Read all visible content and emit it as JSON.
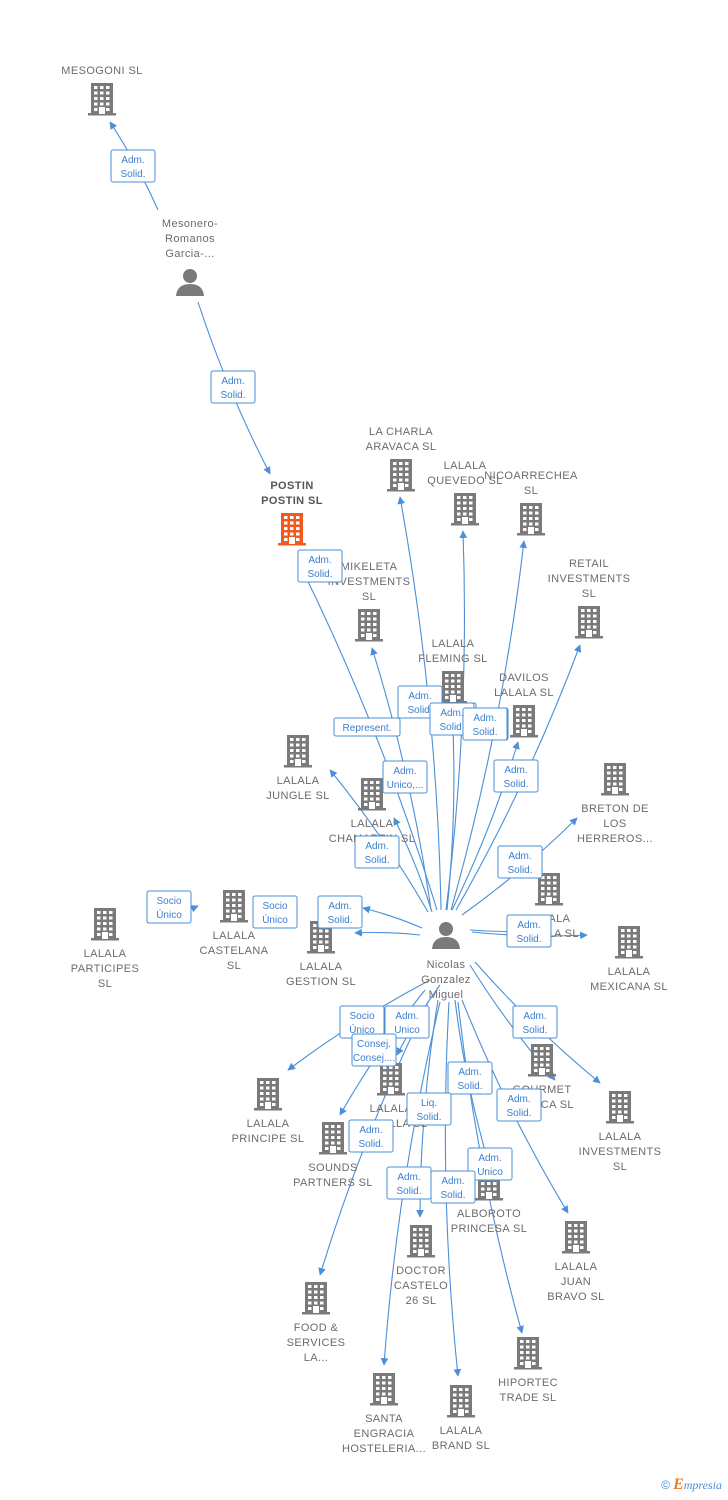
{
  "colors": {
    "edge": "#4a8fd8",
    "node": "#7a7a7a",
    "focus": "#f05a1e",
    "label": "#6b6b6b"
  },
  "footer": {
    "copyright": "©",
    "brand_initial": "E",
    "brand_rest": "mpresia"
  },
  "nodes": [
    {
      "id": "mesogoni",
      "type": "company",
      "label": [
        "MESOGONI  SL"
      ]
    },
    {
      "id": "mesonero",
      "type": "person",
      "label": [
        "Mesonero-",
        "Romanos",
        "Garcia-..."
      ]
    },
    {
      "id": "postin",
      "type": "company",
      "focus": true,
      "label": [
        "POSTIN",
        "POSTIN  SL"
      ]
    },
    {
      "id": "charla",
      "type": "company",
      "label": [
        "LA CHARLA",
        "ARAVACA  SL"
      ]
    },
    {
      "id": "quevedo",
      "type": "company",
      "label": [
        "LALALA",
        "QUEVEDO  SL"
      ]
    },
    {
      "id": "nicoarrechea",
      "type": "company",
      "label": [
        "NICOARRECHEA",
        "SL"
      ]
    },
    {
      "id": "retail",
      "type": "company",
      "label": [
        "RETAIL",
        "INVESTMENTS",
        "SL"
      ]
    },
    {
      "id": "mikeleta",
      "type": "company",
      "label": [
        "MIKELETA",
        "INVESTMENTS",
        "SL"
      ]
    },
    {
      "id": "fleming",
      "type": "company",
      "label": [
        "LALALA",
        "FLEMING  SL"
      ]
    },
    {
      "id": "davilos",
      "type": "company",
      "label": [
        "DAVILOS",
        "LALALA  SL"
      ]
    },
    {
      "id": "jungle",
      "type": "company",
      "label": [
        "LALALA",
        "JUNGLE  SL"
      ]
    },
    {
      "id": "chamartin",
      "type": "company",
      "label": [
        "LALALA",
        "CHAMARTIN  SL"
      ]
    },
    {
      "id": "breton",
      "type": "company",
      "label": [
        "BRETON  DE",
        "LOS",
        "HERREROS..."
      ]
    },
    {
      "id": "participes",
      "type": "company",
      "label": [
        "LALALA",
        "PARTICIPES",
        "SL"
      ]
    },
    {
      "id": "castelana",
      "type": "company",
      "label": [
        "LALALA",
        "CASTELANA",
        "SL"
      ]
    },
    {
      "id": "gestion",
      "type": "company",
      "label": [
        "LALALA",
        "GESTION  SL"
      ]
    },
    {
      "id": "lalala_sl",
      "type": "company",
      "label": [
        "LALALA",
        "LALALA  SL"
      ]
    },
    {
      "id": "mexicana",
      "type": "company",
      "label": [
        "LALALA",
        "MEXICANA  SL"
      ]
    },
    {
      "id": "nicolas",
      "type": "person",
      "label": [
        "Nicolas",
        "Gonzalez",
        "Miguel"
      ]
    },
    {
      "id": "principe",
      "type": "company",
      "label": [
        "LALALA",
        "PRINCIPE  SL"
      ]
    },
    {
      "id": "parrilla",
      "type": "company",
      "label": [
        "LALALA",
        "PARRILLA  SL"
      ]
    },
    {
      "id": "gourmet",
      "type": "company",
      "label": [
        "GOURMET",
        "IBERICA  SL"
      ]
    },
    {
      "id": "investments",
      "type": "company",
      "label": [
        "LALALA",
        "INVESTMENTS",
        "SL"
      ]
    },
    {
      "id": "sounds",
      "type": "company",
      "label": [
        "SOUNDS",
        "PARTNERS  SL"
      ]
    },
    {
      "id": "alboroto",
      "type": "company",
      "label": [
        "ALBOROTO",
        "PRINCESA  SL"
      ]
    },
    {
      "id": "castelo",
      "type": "company",
      "label": [
        "DOCTOR",
        "CASTELO",
        "26  SL"
      ]
    },
    {
      "id": "juanbravo",
      "type": "company",
      "label": [
        "LALALA",
        "JUAN",
        "BRAVO  SL"
      ]
    },
    {
      "id": "food",
      "type": "company",
      "label": [
        "FOOD &",
        "SERVICES",
        "LA..."
      ]
    },
    {
      "id": "hiportec",
      "type": "company",
      "label": [
        "HIPORTEC",
        "TRADE  SL"
      ]
    },
    {
      "id": "santa",
      "type": "company",
      "label": [
        "SANTA",
        "ENGRACIA",
        "HOSTELERIA..."
      ]
    },
    {
      "id": "brand",
      "type": "company",
      "label": [
        "LALALA",
        "BRAND  SL"
      ]
    }
  ],
  "edges": [
    {
      "from": "mesonero",
      "to": "mesogoni",
      "roles": [
        "Adm.",
        "Solid."
      ]
    },
    {
      "from": "mesonero",
      "to": "postin",
      "roles": [
        "Adm.",
        "Solid."
      ]
    },
    {
      "from": "nicolas",
      "to": "postin",
      "roles": [
        "Adm.",
        "Solid."
      ]
    },
    {
      "from": "nicolas",
      "to": "charla",
      "roles": [
        "Adm.",
        "Solid."
      ]
    },
    {
      "from": "nicolas",
      "to": "quevedo",
      "roles": [
        "Adm.",
        "Solid."
      ]
    },
    {
      "from": "nicolas",
      "to": "nicoarrechea",
      "roles": [
        "Adm.",
        "Solid."
      ]
    },
    {
      "from": "nicolas",
      "to": "retail",
      "roles": [
        "Adm.",
        "Solid."
      ]
    },
    {
      "from": "nicolas",
      "to": "mikeleta",
      "roles": [
        "Represent."
      ]
    },
    {
      "from": "nicolas",
      "to": "fleming",
      "roles": [
        "Adm.",
        "Solid."
      ]
    },
    {
      "from": "nicolas",
      "to": "davilos",
      "roles": [
        "Adm.",
        "Solid."
      ]
    },
    {
      "from": "nicolas",
      "to": "jungle",
      "roles": [
        "Adm.",
        "Unico,..."
      ]
    },
    {
      "from": "nicolas",
      "to": "chamartin",
      "roles": [
        "Adm.",
        "Solid."
      ]
    },
    {
      "from": "nicolas",
      "to": "breton",
      "roles": [
        "Adm.",
        "Solid."
      ]
    },
    {
      "from": "castelana",
      "to": "participes",
      "roles": [
        "Socio",
        "Único"
      ]
    },
    {
      "from": "nicolas",
      "to": "castelana",
      "roles": [
        "Socio",
        "Único"
      ]
    },
    {
      "from": "nicolas",
      "to": "gestion",
      "roles": [
        "Adm.",
        "Solid."
      ]
    },
    {
      "from": "nicolas",
      "to": "lalala_sl",
      "roles": [
        "Adm.",
        "Solid."
      ]
    },
    {
      "from": "nicolas",
      "to": "mexicana",
      "roles": [
        "Adm.",
        "Solid."
      ]
    },
    {
      "from": "nicolas",
      "to": "principe",
      "roles": [
        "Socio",
        "Único"
      ]
    },
    {
      "from": "nicolas",
      "to": "parrilla",
      "roles": [
        "Adm.",
        "Unico"
      ]
    },
    {
      "from": "nicolas",
      "to": "gourmet",
      "roles": [
        "Adm.",
        "Solid."
      ]
    },
    {
      "from": "nicolas",
      "to": "investments",
      "roles": [
        "Adm.",
        "Solid."
      ]
    },
    {
      "from": "nicolas",
      "to": "sounds",
      "roles": [
        "Consej.",
        "Consej...."
      ]
    },
    {
      "from": "nicolas",
      "to": "alboroto",
      "roles": [
        "Adm.",
        "Solid."
      ]
    },
    {
      "from": "nicolas",
      "to": "castelo",
      "roles": [
        "Liq.",
        "Solid."
      ]
    },
    {
      "from": "nicolas",
      "to": "juanbravo",
      "roles": [
        "Adm.",
        "Solid."
      ]
    },
    {
      "from": "nicolas",
      "to": "food",
      "roles": [
        "Adm.",
        "Solid."
      ]
    },
    {
      "from": "nicolas",
      "to": "hiportec",
      "roles": [
        "Adm.",
        "Unico"
      ]
    },
    {
      "from": "nicolas",
      "to": "santa",
      "roles": [
        "Adm.",
        "Solid."
      ]
    },
    {
      "from": "nicolas",
      "to": "brand",
      "roles": [
        "Adm.",
        "Solid."
      ]
    }
  ]
}
